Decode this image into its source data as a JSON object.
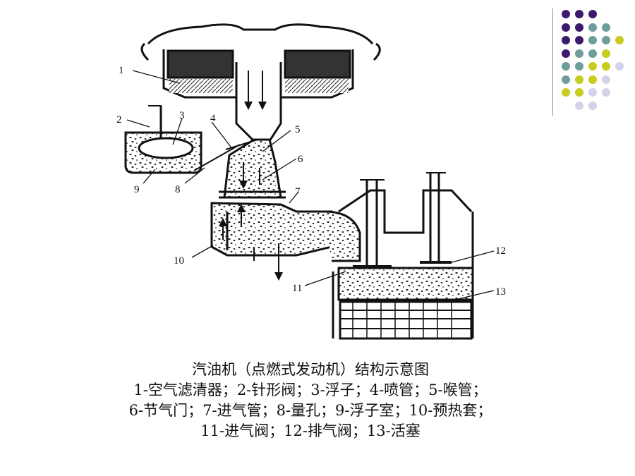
{
  "diagram": {
    "labels": [
      "1",
      "2",
      "3",
      "4",
      "5",
      "6",
      "7",
      "8",
      "9",
      "10",
      "11",
      "12",
      "13"
    ]
  },
  "caption": {
    "title": "汽油机（点燃式发动机）结构示意图",
    "lines": [
      "1-空气滤清器；2-针形阀；3-浮子；4-喷管；5-喉管；",
      "6-节气门；7-进气管；8-量孔；9-浮子室；10-预热套；",
      "11-进气阀；12-排气阀；13-活塞"
    ]
  },
  "decoration": {
    "dot_colors": {
      "purple": "#3d1a6e",
      "teal": "#6e9e9c",
      "yellow": "#c8cc1e",
      "lavender": "#d4d2ea"
    }
  }
}
